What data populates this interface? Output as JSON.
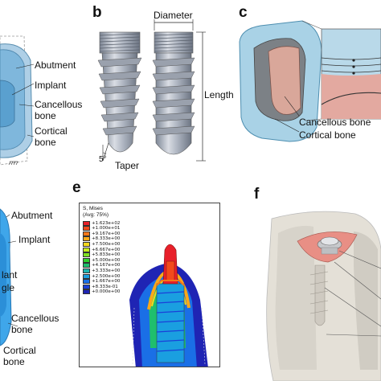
{
  "panels": {
    "a": {
      "labels": [
        "Abutment",
        "Implant",
        "Cancellous",
        "bone",
        "Cortical",
        "bone"
      ]
    },
    "b": {
      "letter": "b",
      "labels": {
        "diameter": "Diameter",
        "length": "Length",
        "taper": "Taper",
        "angle": "5°"
      }
    },
    "c": {
      "letter": "c",
      "labels": {
        "cancellous": "Cancellous bone",
        "cortical": "Cortical bone"
      }
    },
    "d": {
      "labels": [
        "Abutment",
        "Implant",
        "lant",
        "gle",
        "Cancellous",
        "bone",
        "Cortical",
        "bone"
      ]
    },
    "e": {
      "letter": "e",
      "legend": {
        "title_line1": "S, Mises",
        "title_line2": "(Avg: 75%)",
        "values": [
          "+1.623e+02",
          "+1.000e+01",
          "+9.167e+00",
          "+8.333e+00",
          "+7.500e+00",
          "+6.667e+00",
          "+5.833e+00",
          "+5.000e+00",
          "+4.167e+00",
          "+3.333e+00",
          "+2.500e+00",
          "+1.667e+00",
          "+8.333e-01",
          "+0.000e+00"
        ],
        "colors": [
          "#e8202a",
          "#f24a1c",
          "#f7771a",
          "#fba919",
          "#f4d81c",
          "#c8ec1e",
          "#7fe21f",
          "#2fd12b",
          "#1fbf6d",
          "#1cb4b0",
          "#1a9fe0",
          "#1a6fe6",
          "#1a40d8",
          "#1f24b4"
        ]
      }
    },
    "f": {
      "letter": "f"
    }
  }
}
